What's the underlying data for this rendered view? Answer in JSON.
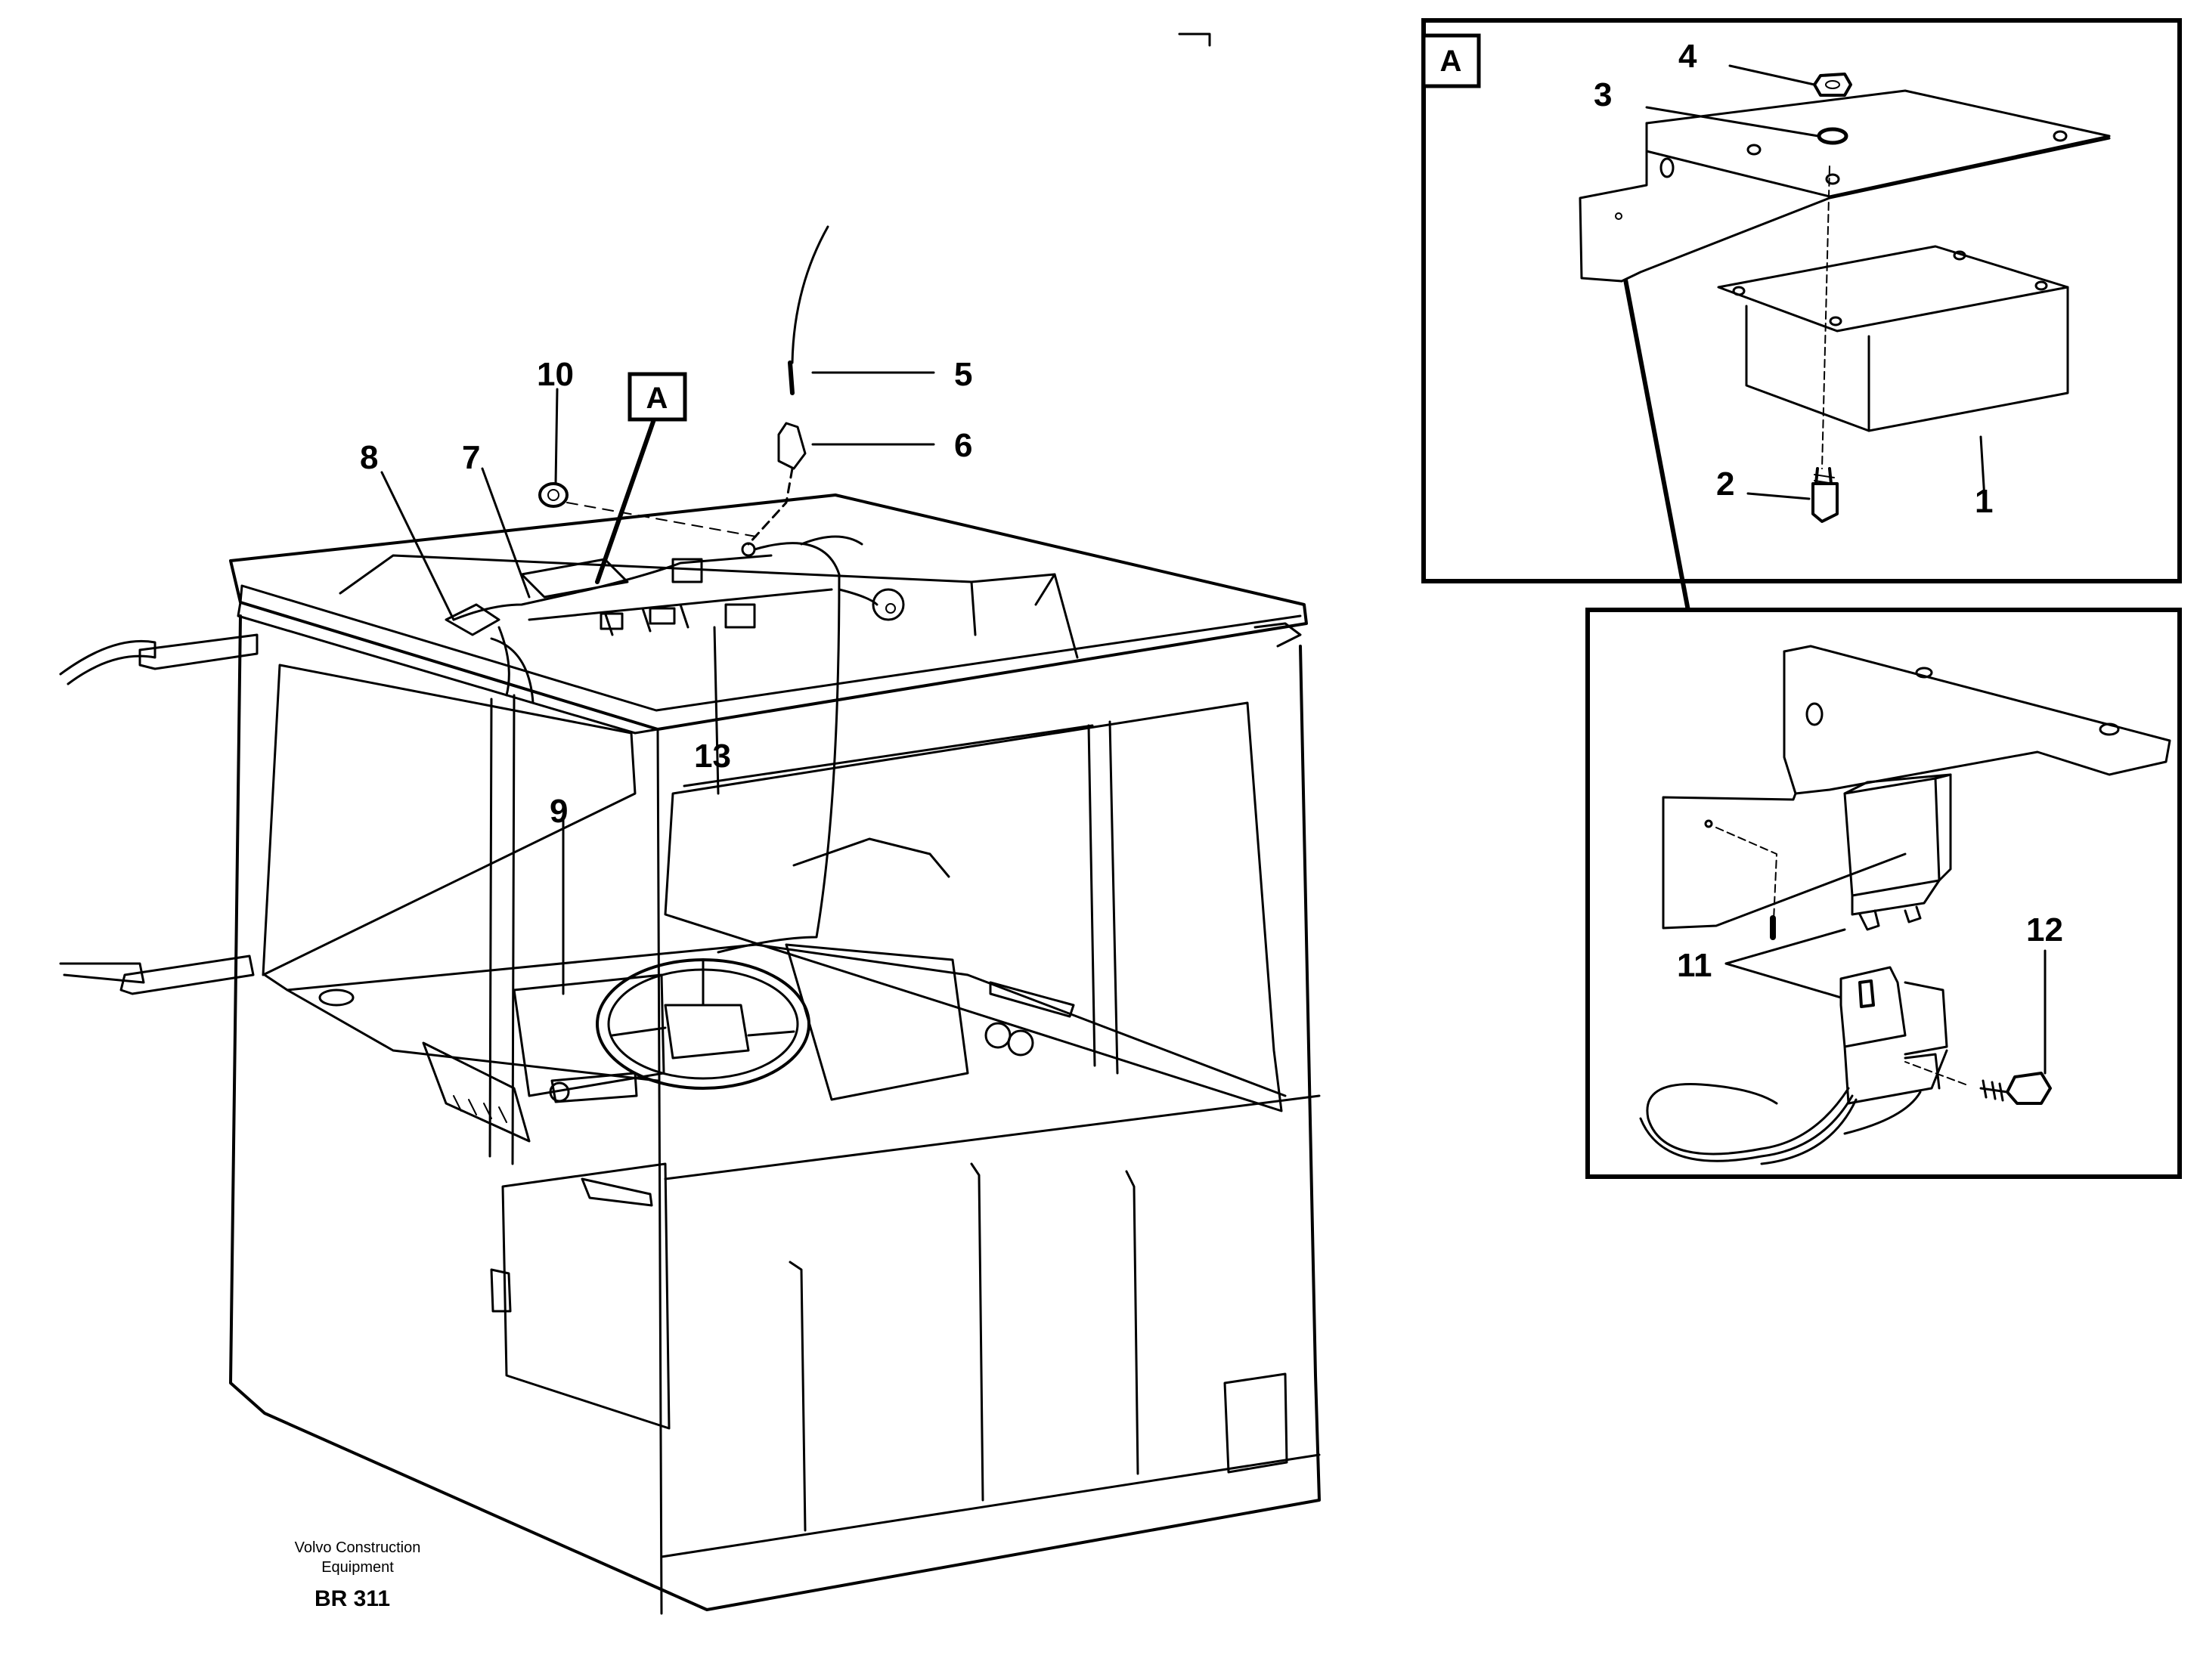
{
  "detail_marker": "A",
  "part_labels": {
    "p1": "1",
    "p2": "2",
    "p3": "3",
    "p4": "4",
    "p5": "5",
    "p6": "6",
    "p7": "7",
    "p8": "8",
    "p9": "9",
    "p10": "10",
    "p11": "11",
    "p12": "12",
    "p13": "13"
  },
  "caption": {
    "company_line1": "Volvo Construction",
    "company_line2": "Equipment",
    "code": "BR 311"
  }
}
